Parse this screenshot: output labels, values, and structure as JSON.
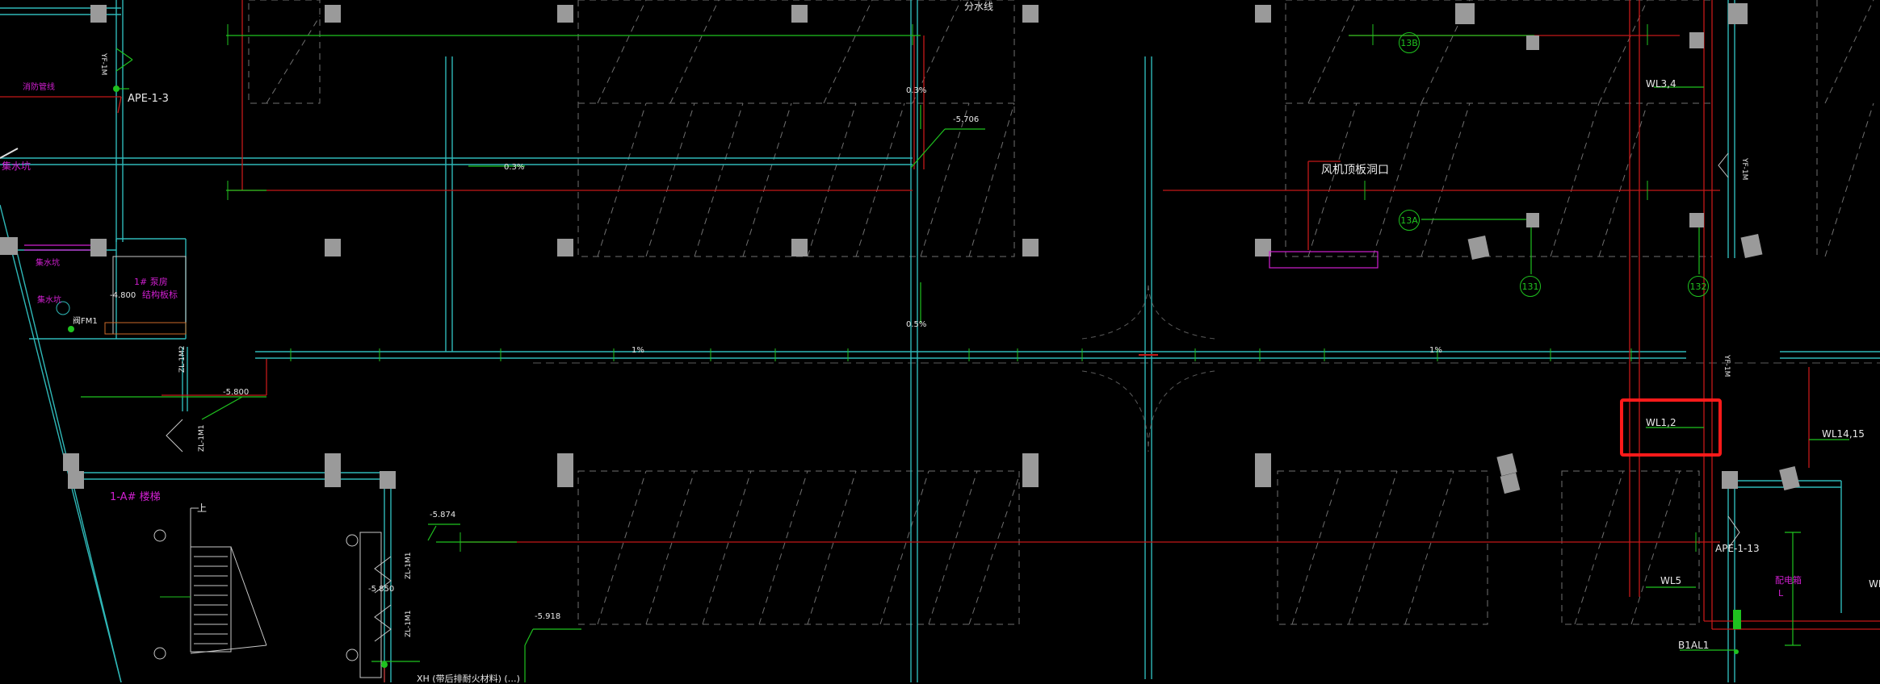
{
  "colors": {
    "background": "#000000",
    "wall_cyan": "#2fb8b8",
    "pipe_green": "#1fc21f",
    "pipe_red": "#c41818",
    "dash_gray": "#7a7a7a",
    "column_fill": "#9a9a9a",
    "magenta": "#d01fd0",
    "highlight": "#ff1a1a",
    "text_white": "#e8e8e8"
  },
  "labels": {
    "fen_shui_xian": "分水线",
    "slope_03a": "0.3%",
    "slope_03b": "0.3%",
    "slope_05": "0.5%",
    "elev_5706": "-5.706",
    "elev_5800": "-5.800",
    "elev_5874": "-5.874",
    "elev_5850": "-5.850",
    "elev_5918": "-5.918",
    "slope_1a": "1%",
    "slope_1b": "1%",
    "fan_opening": "风机顶板洞口",
    "ape_1_3": "APE-1-3",
    "ape_1_13": "APE-1-13",
    "wl3_4": "WL3,4",
    "wl1_2": "WL1,2",
    "wl14_15": "WL14,15",
    "wl5": "WL5",
    "wl_edge": "WL",
    "bal1": "B1AL1",
    "stair": "1-A# 楼梯",
    "up": "上",
    "xh_note": "XH (带后排耐火材料) (…)",
    "magenta_left1": "消防管线",
    "magenta_left2": "集水坑",
    "magenta_1": "集水坑",
    "magenta_2": "集水坑",
    "pump_room": "1# 泵房",
    "struct_note": "结构板标",
    "elev_4800": "-4.800",
    "fm_label": "阀FM1",
    "right_magenta": "配电箱",
    "right_magenta2": "L"
  },
  "grid_bubbles": {
    "b1": "13B",
    "b2": "13A",
    "b3": "131",
    "b4": "132"
  },
  "vertical_tags": {
    "v1": "YF-1M",
    "v2": "ZL-1M2",
    "v3": "ZL-1M1",
    "v4": "ZL-1M1",
    "v5": "ZL-1M1",
    "v6": "YF-1M",
    "v7": "YF-1M"
  }
}
